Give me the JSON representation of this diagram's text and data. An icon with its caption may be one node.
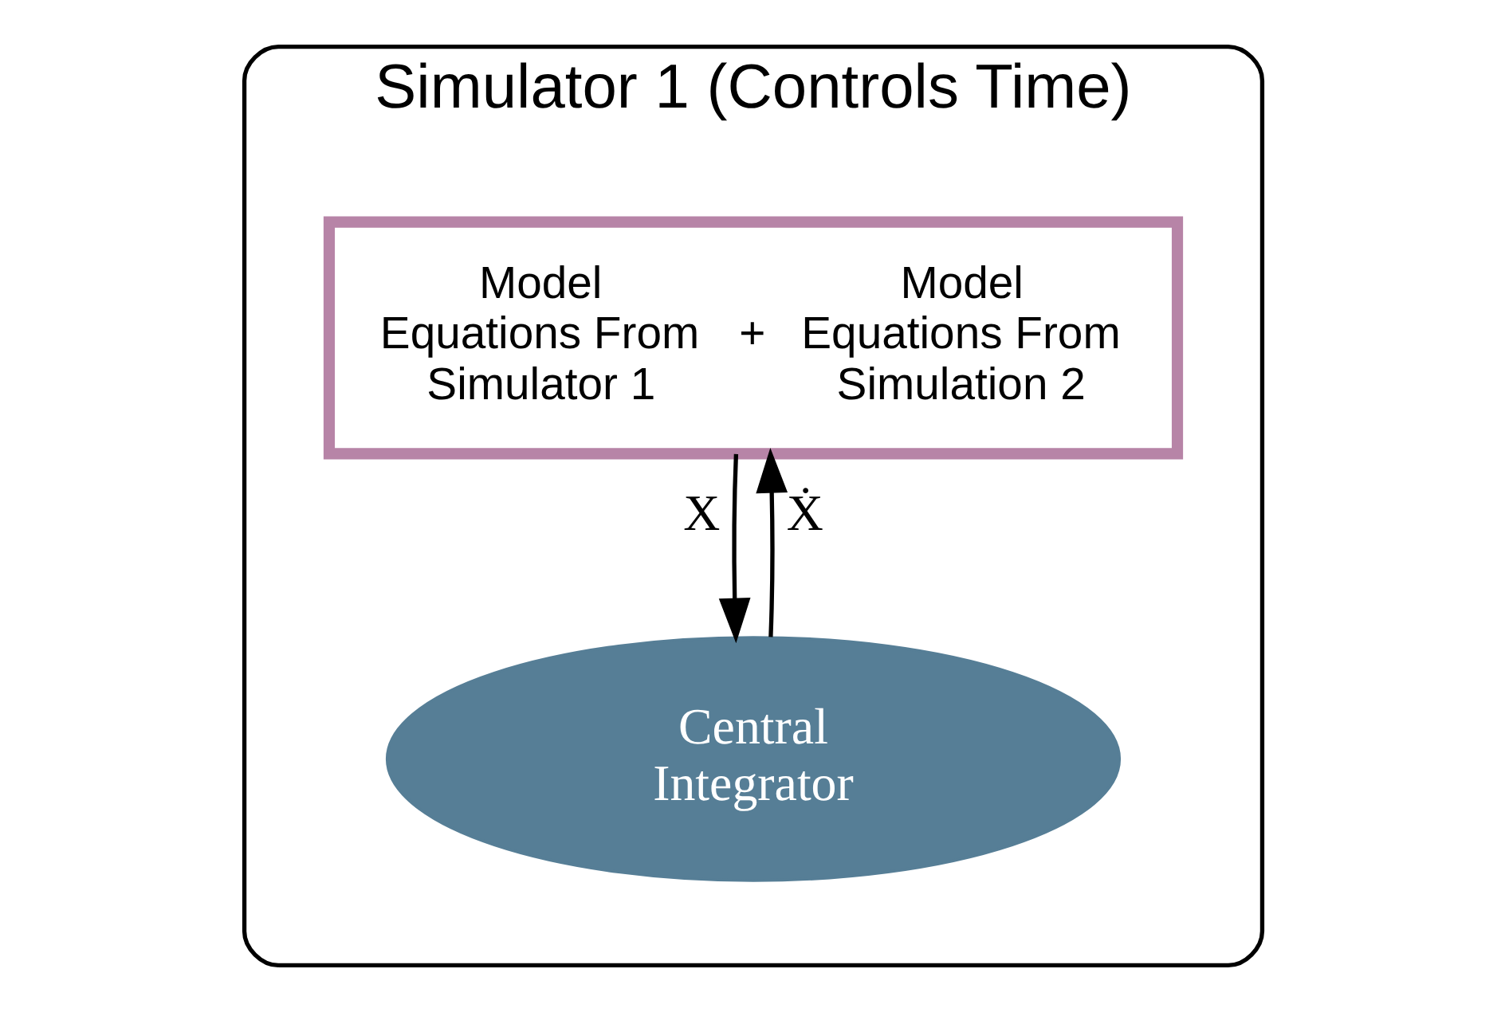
{
  "diagram": {
    "nodes": [
      {
        "text": [
          "Simulator 1 (Controls Time)"
        ]
      },
      {
        "text": [
          "Model Equations From Simulator 1",
          "+",
          "Model Equations From Simulation 2"
        ],
        "in": 0
      },
      {
        "text": [
          "Central Integrator"
        ],
        "in": 0
      }
    ],
    "edges": [
      {
        "from": 1,
        "to": 2,
        "arrow": "to",
        "label": "X"
      },
      {
        "from": 2,
        "to": 1,
        "arrow": "to",
        "label": "Ẋ"
      }
    ]
  }
}
